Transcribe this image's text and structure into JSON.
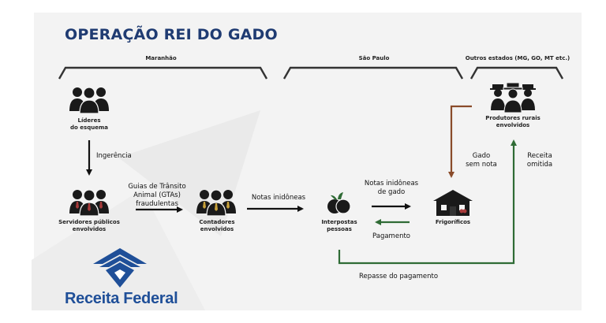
{
  "title": "OPERAÇÃO REI DO GADO",
  "regions": {
    "maranhao": "Maranhão",
    "sao_paulo": "São Paulo",
    "outros": "Outros estados (MG, GO, MT etc.)"
  },
  "nodes": {
    "lideres": [
      "Líderes",
      "do esquema"
    ],
    "servidores": [
      "Servidores públicos",
      "envolvidos"
    ],
    "contadores": [
      "Contadores",
      "envolvidos"
    ],
    "interpostas": [
      "Interpostas",
      "pessoas"
    ],
    "frigorificos": [
      "Frigoríficos"
    ],
    "produtores": [
      "Produtores rurais",
      "envolvidos"
    ]
  },
  "edges": {
    "ingerencia": [
      "Ingerência"
    ],
    "gtas": [
      "Guias de Trânsito",
      "Animal (GTAs)",
      "fraudulentas"
    ],
    "notas_inidoneas": [
      "Notas inidôneas"
    ],
    "notas_gado": [
      "Notas inidôneas",
      "de gado"
    ],
    "pagamento": [
      "Pagamento"
    ],
    "gado_sem_nota": [
      "Gado",
      "sem nota"
    ],
    "receita_omitida": [
      "Receita",
      "omitida"
    ],
    "repasse": [
      "Repasse do pagamento"
    ]
  },
  "brand": "Receita Federal",
  "colors": {
    "title": "#1f3b72",
    "brand_blue": "#1f4f98",
    "arrow_black": "#111111",
    "arrow_brown": "#8a4b2a",
    "arrow_green": "#2f6b35",
    "bracket": "#333333",
    "figure": "#1a1a1a",
    "tie": "#a83a3a",
    "tie_gold": "#c8a13a"
  },
  "icons": {
    "group": "people-group-icon",
    "eggplant": "eggplant-icon",
    "barn": "slaughterhouse-icon",
    "cowboys": "cowboy-group-icon",
    "logo": "receita-federal-logo-icon"
  }
}
